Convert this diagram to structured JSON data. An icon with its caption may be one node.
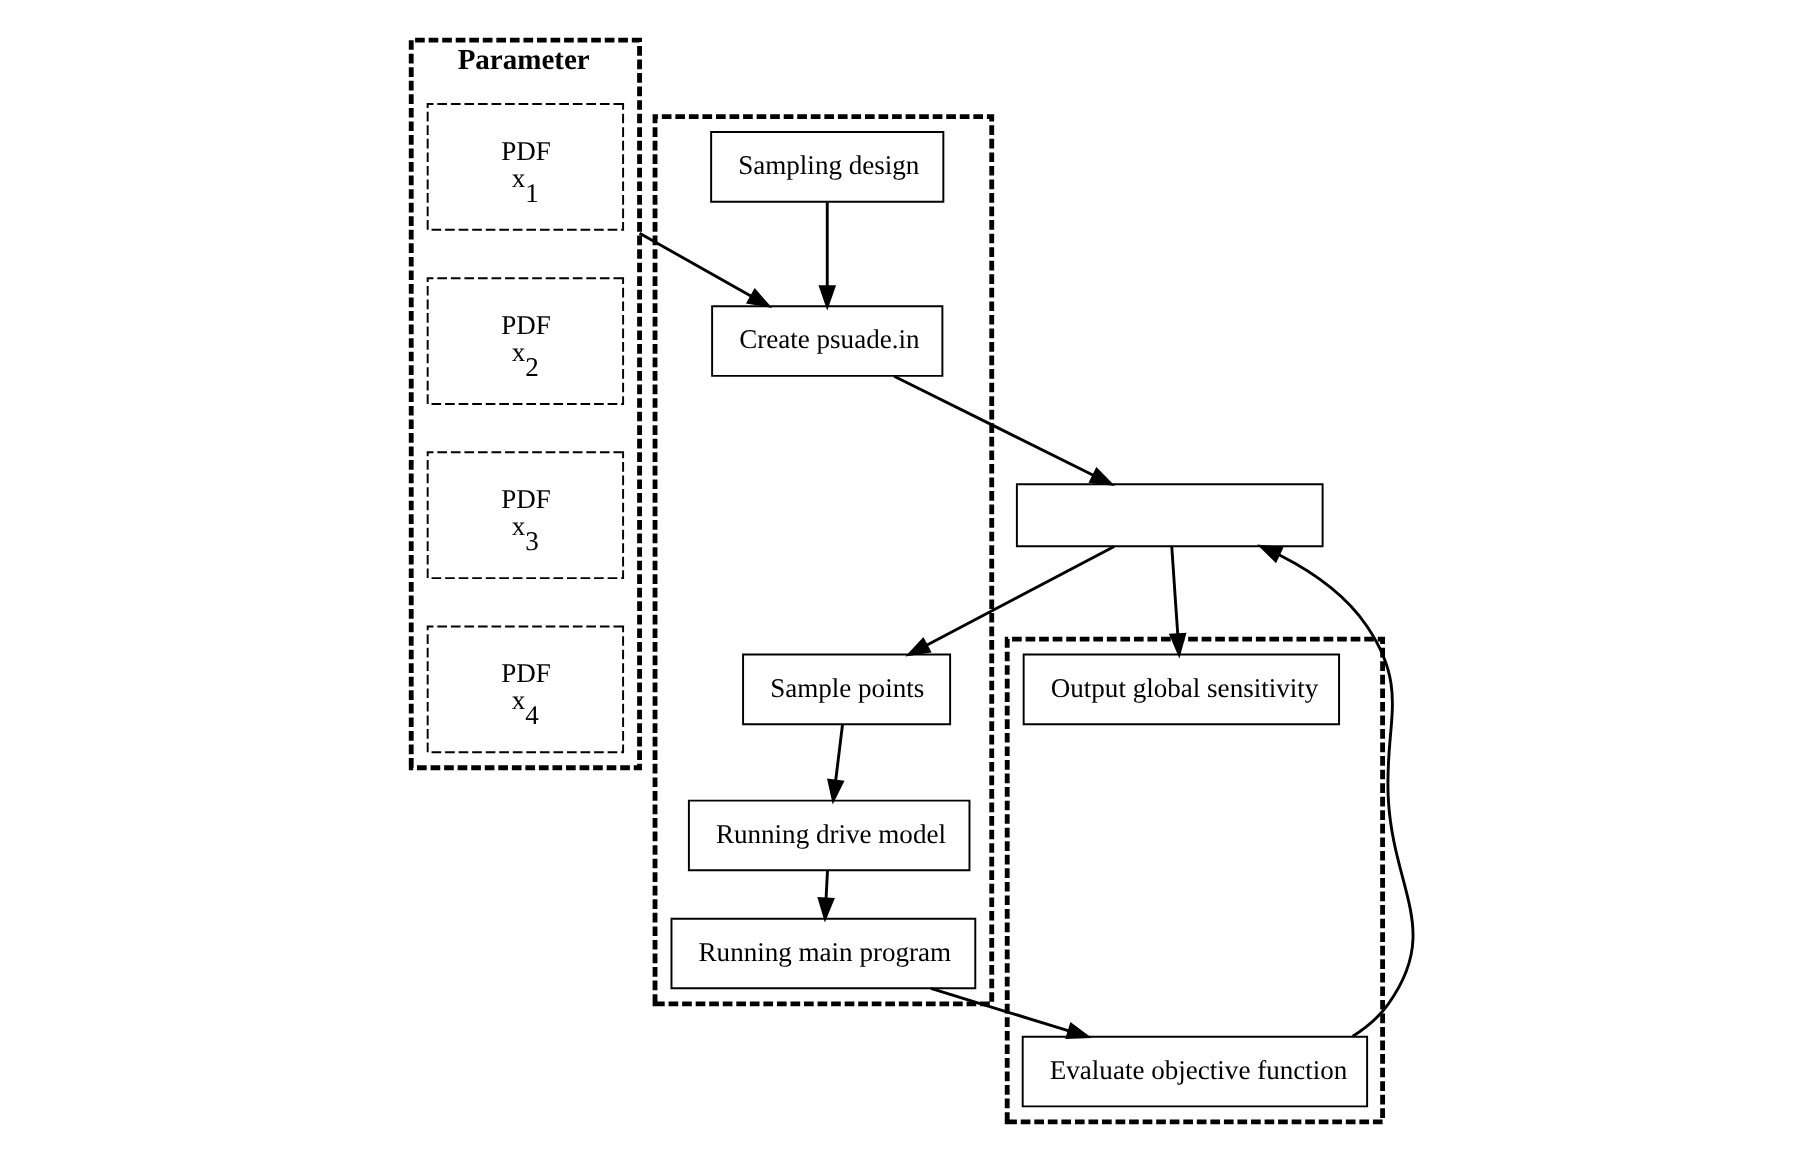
{
  "diagram": {
    "nodes": [
      {
        "text": [
          "Parameter"
        ]
      },
      {
        "text": [
          "PDF",
          "x$_{1}$"
        ],
        "in": 0
      },
      {
        "text": [
          "PDF",
          "x$_{2}$"
        ],
        "in": 0
      },
      {
        "text": [
          "PDF",
          "x$_{3}$"
        ],
        "in": 0
      },
      {
        "text": [
          "PDF",
          "x$_{4}$"
        ],
        "in": 0
      },
      {
        "text": [],
        "shape": "box"
      },
      {
        "text": [
          "Sampling design"
        ],
        "in": 5
      },
      {
        "text": [
          "Create psuade.in"
        ],
        "in": 5
      },
      {
        "text": [
          "Sample points"
        ],
        "in": 5
      },
      {
        "text": [
          "Running drive model"
        ],
        "in": 5
      },
      {
        "text": [
          "Running main program"
        ],
        "in": 5
      },
      {
        "text": [],
        "shape": "box"
      },
      {
        "text": [
          "Output global sensitivity"
        ],
        "in": 11
      },
      {
        "text": [],
        "shape": "box"
      },
      {
        "text": [
          "Evaluate objective function"
        ],
        "in": 11
      }
    ],
    "edges": [
      {
        "from": 0,
        "to": 7,
        "arrow": "to"
      },
      {
        "from": 6,
        "to": 7,
        "arrow": "to"
      },
      {
        "from": 7,
        "to": 13,
        "arrow": "to"
      },
      {
        "from": 13,
        "to": 12,
        "arrow": "to"
      },
      {
        "from": 13,
        "to": 8,
        "arrow": "to"
      },
      {
        "from": 8,
        "to": 9,
        "arrow": "to"
      },
      {
        "from": 9,
        "to": 10,
        "arrow": "to"
      },
      {
        "from": 10,
        "to": 14,
        "arrow": "to"
      },
      {
        "from": 14,
        "to": 13,
        "arrow": "to"
      }
    ]
  }
}
